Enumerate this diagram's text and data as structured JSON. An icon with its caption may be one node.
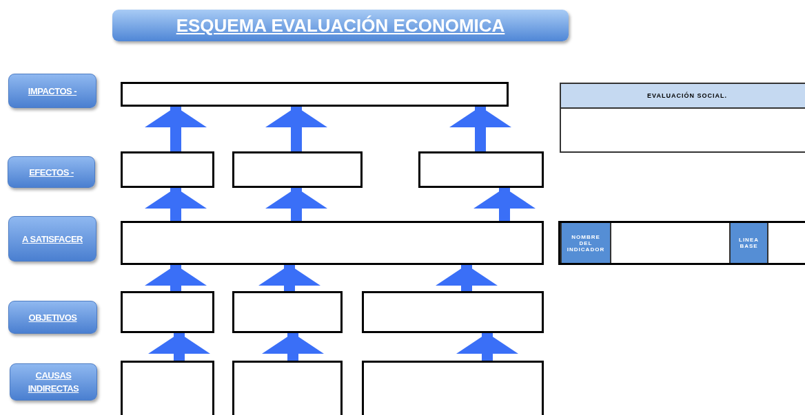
{
  "diagram": {
    "title": "ESQUEMA EVALUACIÓN ECONOMICA",
    "nodes": [
      {
        "text": [
          "IMPACTOS -"
        ]
      },
      {
        "text": [],
        "shape": "box"
      },
      {
        "text": [
          "EVALUACIÓN SOCIAL."
        ]
      },
      {
        "text": [
          "EFECTOS -"
        ]
      },
      {
        "text": [],
        "shape": "box"
      },
      {
        "text": [],
        "shape": "box"
      },
      {
        "text": [],
        "shape": "box"
      },
      {
        "text": [
          "A SATISFACER"
        ]
      },
      {
        "text": [],
        "shape": "box"
      },
      {
        "text": [
          "OBJETIVOS"
        ]
      },
      {
        "text": [],
        "shape": "box"
      },
      {
        "text": [],
        "shape": "box"
      },
      {
        "text": [],
        "shape": "box"
      },
      {
        "text": [
          "CAUSAS INDIRECTAS"
        ]
      },
      {
        "text": [],
        "shape": "box"
      },
      {
        "text": [],
        "shape": "box"
      },
      {
        "text": [],
        "shape": "box"
      }
    ],
    "edges": [
      {
        "from": 14,
        "to": 10,
        "arrow": "to"
      },
      {
        "from": 15,
        "to": 11,
        "arrow": "to"
      },
      {
        "from": 16,
        "to": 12,
        "arrow": "to"
      },
      {
        "from": 10,
        "to": 8,
        "arrow": "to"
      },
      {
        "from": 11,
        "to": 8,
        "arrow": "to"
      },
      {
        "from": 12,
        "to": 8,
        "arrow": "to"
      },
      {
        "from": 8,
        "to": 4,
        "arrow": "to"
      },
      {
        "from": 8,
        "to": 5,
        "arrow": "to"
      },
      {
        "from": 8,
        "to": 6,
        "arrow": "to"
      },
      {
        "from": 4,
        "to": 1,
        "arrow": "to"
      },
      {
        "from": 5,
        "to": 1,
        "arrow": "to"
      },
      {
        "from": 6,
        "to": 1,
        "arrow": "to"
      }
    ],
    "labels": [
      "NOMBRE DEL INDICADOR",
      "LINEA BASE"
    ]
  }
}
